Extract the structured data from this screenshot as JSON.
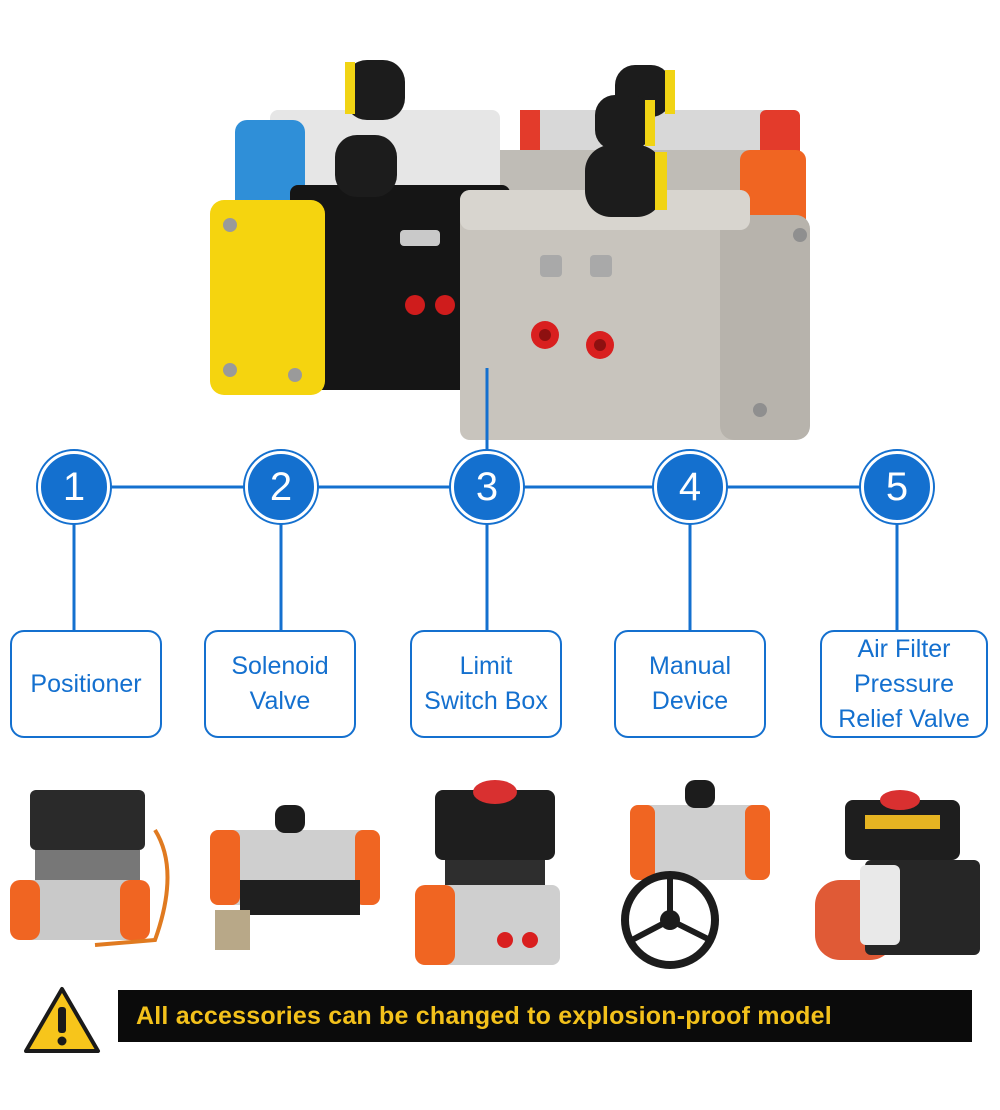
{
  "steps": [
    {
      "number": "1",
      "label": "Positioner"
    },
    {
      "number": "2",
      "label": "Solenoid\nValve"
    },
    {
      "number": "3",
      "label": "Limit\nSwitch Box"
    },
    {
      "number": "4",
      "label": "Manual\nDevice"
    },
    {
      "number": "5",
      "label": "Air Filter\nPressure\nRelief Valve"
    }
  ],
  "warning": {
    "text": "All accessories can be changed to explosion-proof model"
  },
  "colors": {
    "accent": "#1470cf",
    "banner_bg": "#0b0b0b",
    "banner_text": "#f3c11b",
    "warning_yellow": "#f7c51b"
  }
}
